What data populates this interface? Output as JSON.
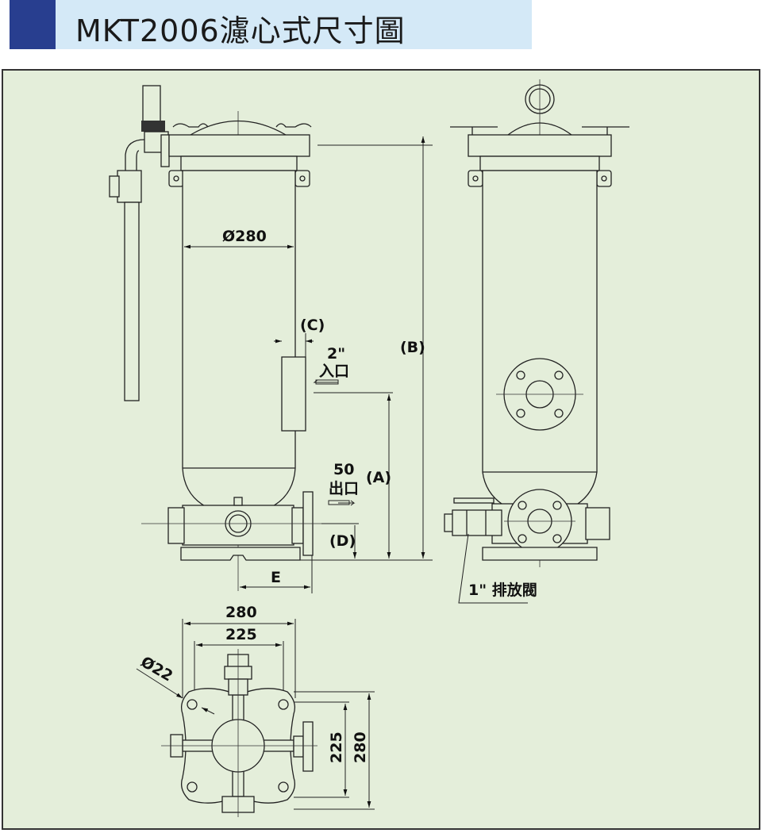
{
  "header": {
    "title": "MKT2006濾心式尺寸圖",
    "accent_color": "#283e8f",
    "bar_color": "#d4e9f7"
  },
  "diagram": {
    "background_color": "#e4eeda",
    "labels": {
      "diameter_body": "Ø280",
      "dim_c": "(C)",
      "inlet_size": "2\"",
      "inlet": "入口",
      "dim_b": "(B)",
      "outlet_size": "50",
      "outlet": "出口",
      "dim_a": "(A)",
      "dim_d": "(D)",
      "dim_e": "E",
      "drain_valve": "1\" 排放閥",
      "base_width_outer": "280",
      "base_width_inner": "225",
      "bolt_hole": "Ø22",
      "base_depth_inner": "225",
      "base_depth_outer": "280"
    }
  }
}
